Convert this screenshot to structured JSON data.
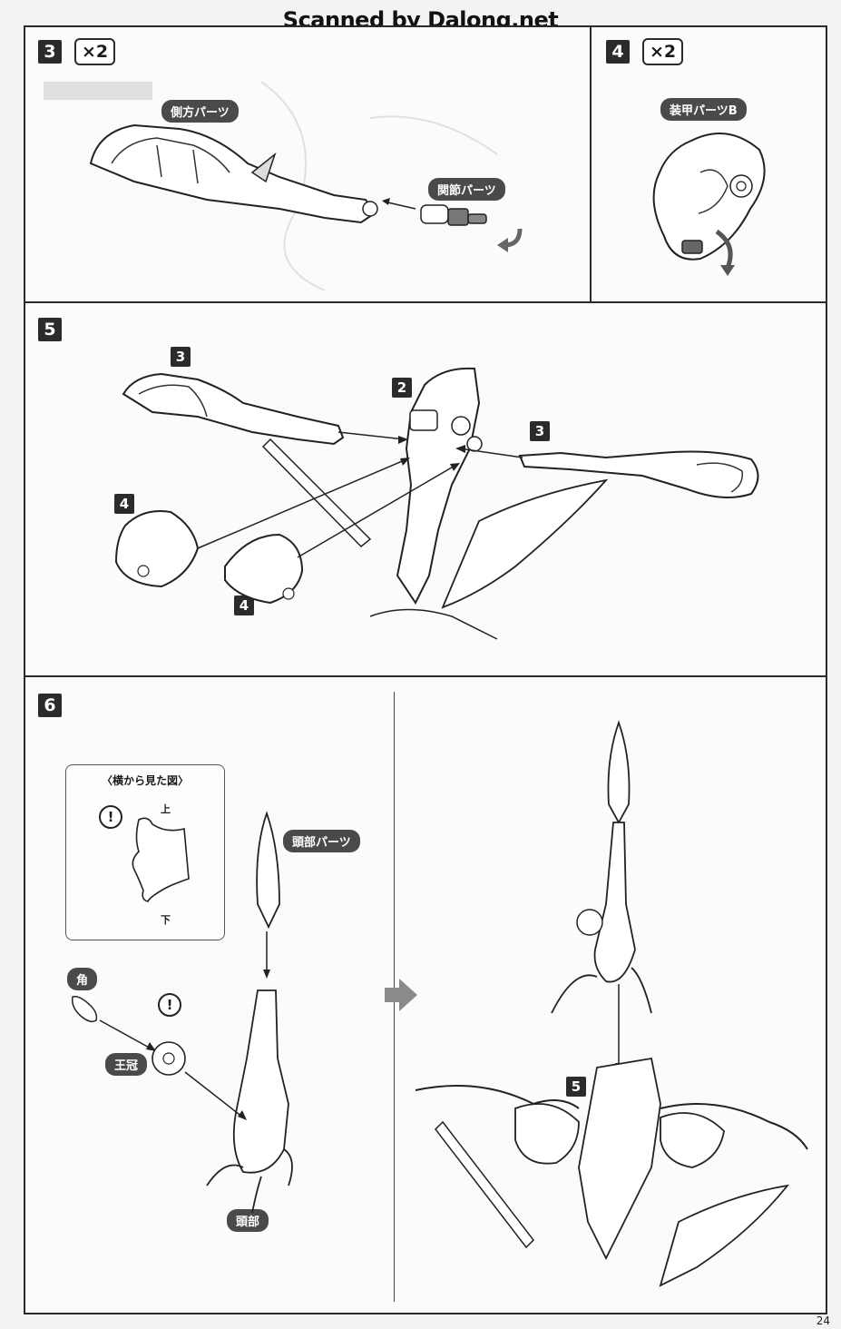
{
  "watermark": "Scanned by Dalong.net",
  "steps": {
    "s3": {
      "number": "3",
      "qty": "×2",
      "label_side": "側方パーツ",
      "label_joint": "関節パーツ"
    },
    "s4": {
      "number": "4",
      "qty": "×2",
      "label_armor": "装甲パーツB"
    },
    "s5": {
      "number": "5",
      "tag_3a": "3",
      "tag_2": "2",
      "tag_3b": "3",
      "tag_4a": "4",
      "tag_4b": "4"
    },
    "s6": {
      "number": "6",
      "inset_title": "〈横から見た図〉",
      "inset_top": "上",
      "inset_bottom": "下",
      "warn": "!",
      "label_head_parts": "頭部パーツ",
      "label_horn": "角",
      "label_crown": "王冠",
      "label_head": "頭部",
      "tag_5": "5"
    }
  },
  "page_number": "24"
}
